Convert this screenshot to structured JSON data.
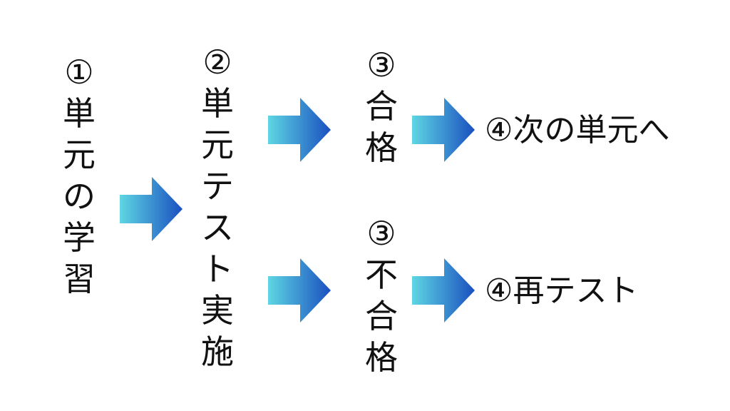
{
  "colors": {
    "arrow_start": "#5ed6e3",
    "arrow_end": "#1a4fc0",
    "text": "#111111"
  },
  "step1": {
    "num": "①",
    "chars": [
      "単",
      "元",
      "の",
      "学",
      "習"
    ]
  },
  "step2": {
    "num": "②",
    "chars": [
      "単",
      "元",
      "テ",
      "ス",
      "ト",
      "実",
      "施"
    ]
  },
  "step3_pass": {
    "num": "③",
    "chars": [
      "合",
      "格"
    ]
  },
  "step3_fail": {
    "num": "③",
    "chars": [
      "不",
      "合",
      "格"
    ]
  },
  "step4_pass": {
    "label": "④次の単元へ"
  },
  "step4_fail": {
    "label": "④再テスト"
  }
}
